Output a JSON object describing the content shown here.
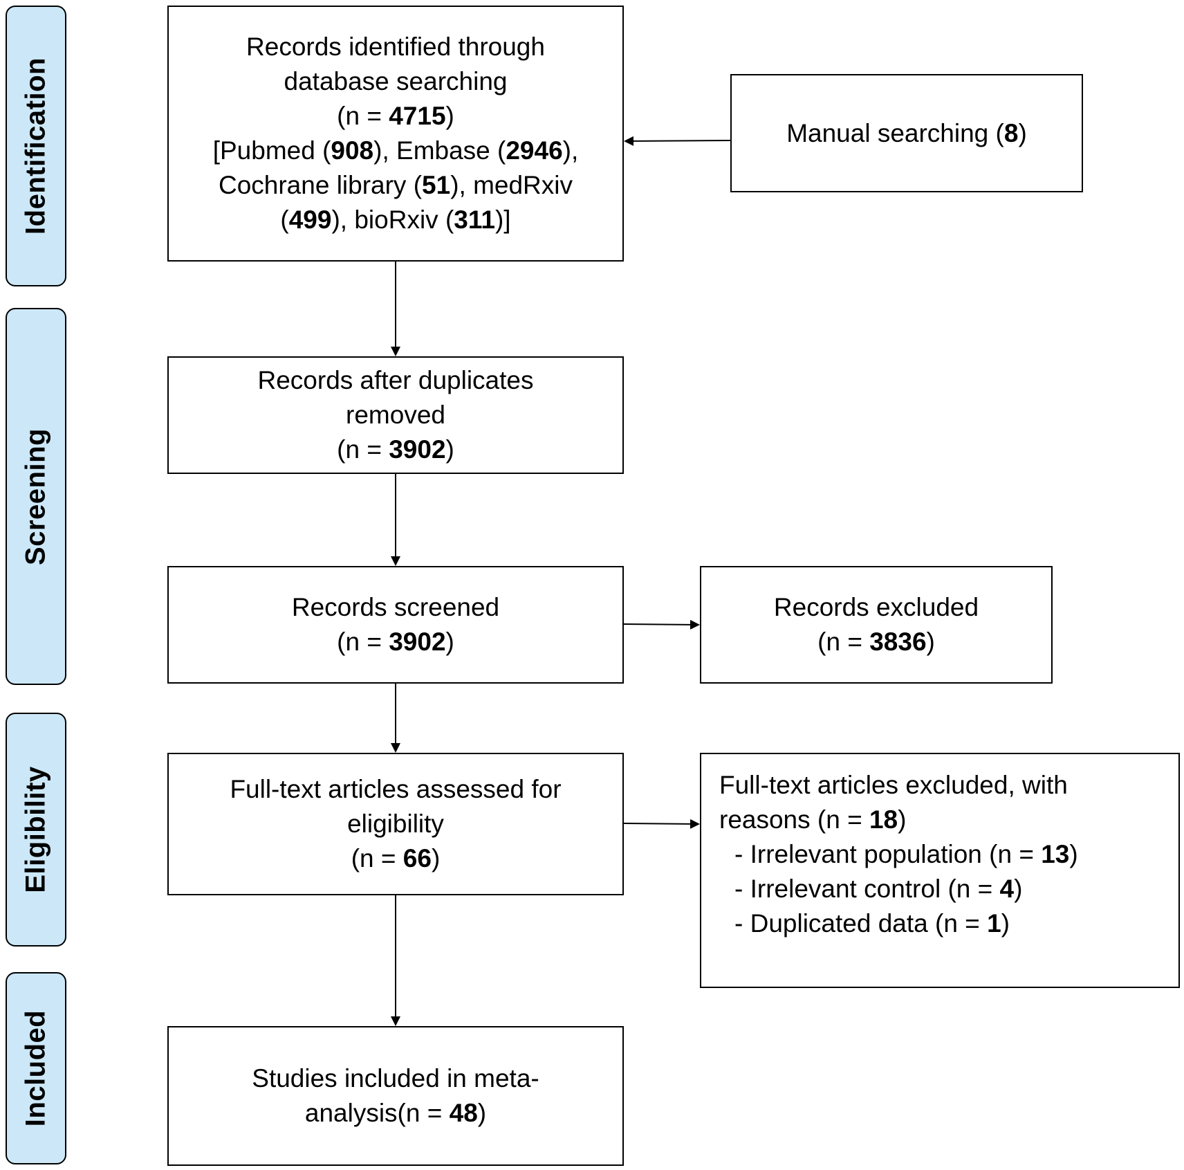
{
  "stages": {
    "identification": "Identification",
    "screening": "Screening",
    "eligibility": "Eligibility",
    "included": "Included"
  },
  "identified": {
    "line1": "Records identified through",
    "line2": "database searching",
    "n_pre": "(n = ",
    "n_val": "4715",
    "n_post": ")",
    "pubmed_pre": "[Pubmed (",
    "pubmed_val": "908",
    "embase_pre": "), Embase (",
    "embase_val": "2946",
    "embase_post": "),",
    "cochrane_pre": "Cochrane library (",
    "cochrane_val": "51",
    "cochrane_post": "), medRxiv",
    "medrxiv_pre": "(",
    "medrxiv_val": "499",
    "biorxiv_pre": "), bioRxiv (",
    "biorxiv_val": "311",
    "biorxiv_post": ")]"
  },
  "manual": {
    "label_pre": "Manual searching (",
    "val": "8",
    "label_post": ")"
  },
  "duplicates": {
    "line1": "Records after duplicates",
    "line2": "removed",
    "n_pre": "(n = ",
    "n_val": "3902",
    "n_post": ")"
  },
  "screened": {
    "line1": "Records screened",
    "n_pre": "(n = ",
    "n_val": "3902",
    "n_post": ")"
  },
  "excluded": {
    "line1": "Records excluded",
    "n_pre": "(n = ",
    "n_val": "3836",
    "n_post": ")"
  },
  "fulltext": {
    "line1": "Full-text articles assessed for",
    "line2": "eligibility",
    "n_pre": "(n = ",
    "n_val": "66",
    "n_post": ")"
  },
  "fulltext_excluded": {
    "line1": "Full-text articles excluded, with",
    "line2_pre": "reasons (n = ",
    "line2_val": "18",
    "line2_post": ")",
    "reasons": [
      {
        "pre": "- Irrelevant population (n = ",
        "val": "13",
        "post": ")"
      },
      {
        "pre": "- Irrelevant control (n = ",
        "val": "4",
        "post": ")"
      },
      {
        "pre": "- Duplicated data (n = ",
        "val": "1",
        "post": ")"
      }
    ]
  },
  "included_box": {
    "line1": "Studies included in meta-",
    "line2_pre": "analysis(n = ",
    "line2_val": "48",
    "line2_post": ")"
  }
}
